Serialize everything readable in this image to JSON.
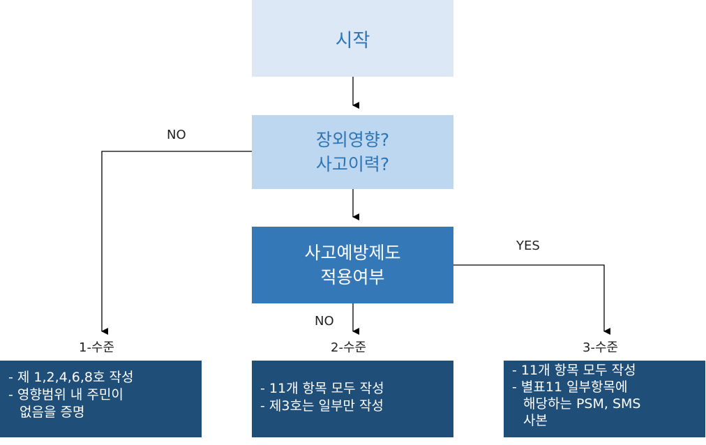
{
  "start": "시작",
  "question1": {
    "line1": "장외영향?",
    "line2": "사고이력?"
  },
  "question2": {
    "line1": "사고예방제도",
    "line2": "적용여부"
  },
  "edges": {
    "no_left": "NO",
    "yes_right": "YES",
    "no_down": "NO"
  },
  "levels": {
    "level1": {
      "label": "1-수준",
      "items": [
        "- 제 1,2,4,6,8호 작성",
        "- 영향범위 내 주민이",
        "없음을 증명"
      ]
    },
    "level2": {
      "label": "2-수준",
      "items": [
        "- 11개 항목 모두 작성",
        "- 제3호는 일부만 작성"
      ]
    },
    "level3": {
      "label": "3-수준",
      "items": [
        "- 11개 항목 모두 작성",
        "- 별표11 일부항목에",
        "해당하는 PSM, SMS",
        "사본"
      ]
    }
  },
  "colors": {
    "start_fill": "#dde8f7",
    "question1_fill": "#bdd7f1",
    "question2_fill": "#3478b7",
    "result_fill": "#1f4e79",
    "accent_text": "#2e75b6"
  }
}
